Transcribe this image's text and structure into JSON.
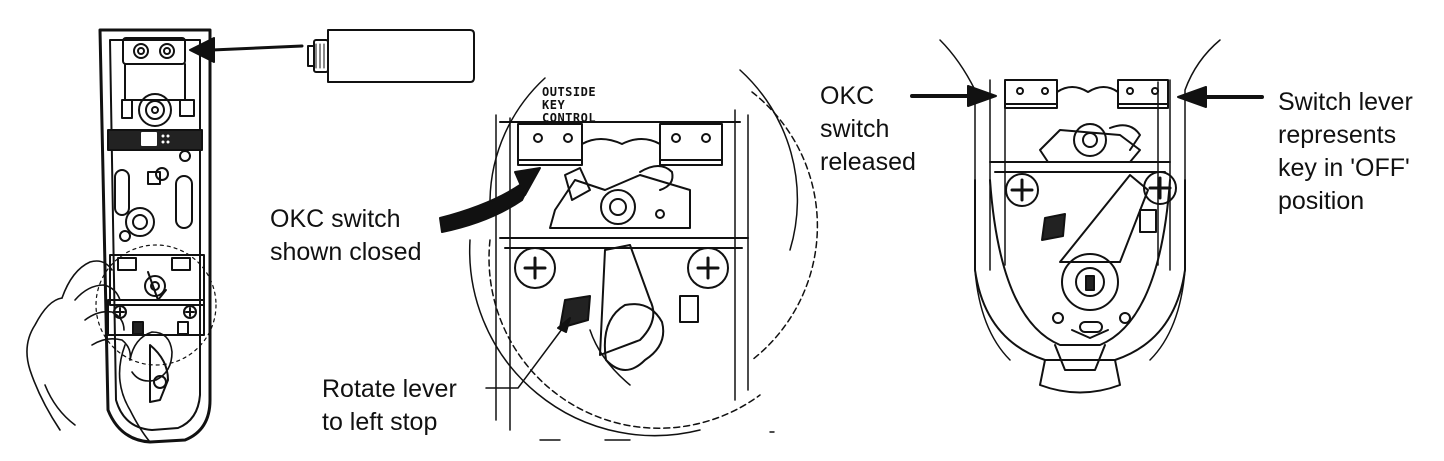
{
  "diagram": {
    "stamp_lines": [
      "OUTSIDE",
      "KEY",
      "CONTROL"
    ],
    "callouts": {
      "okc_closed": [
        "OKC switch",
        "shown closed"
      ],
      "rotate_lever": [
        "Rotate lever",
        "to left stop"
      ],
      "okc_released": [
        "OKC",
        "switch",
        "released"
      ],
      "switch_lever": [
        "Switch lever",
        "represents",
        "key in 'OFF'",
        "position"
      ]
    }
  }
}
